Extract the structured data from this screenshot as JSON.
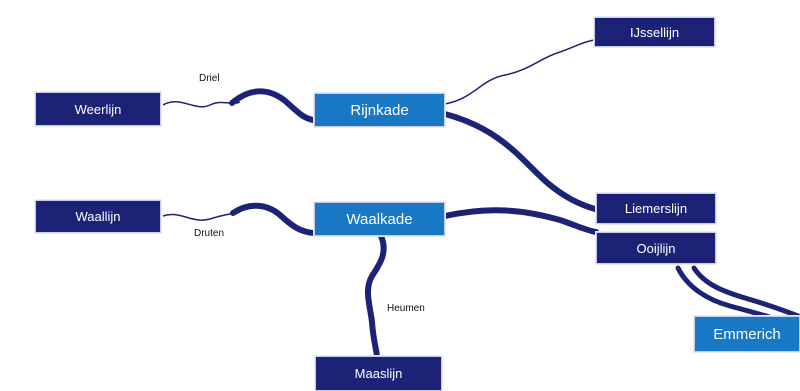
{
  "nodes": {
    "ijssellijn": "IJssellijn",
    "weerlijn": "Weerlijn",
    "rijnkade": "Rijnkade",
    "waallijn": "Waallijn",
    "waalkade": "Waalkade",
    "liemerslijn": "Liemerslijn",
    "ooijlijn": "Ooijlijn",
    "emmerich": "Emmerich",
    "maaslijn": "Maaslijn"
  },
  "labels": {
    "driel": "Driel",
    "druten": "Druten",
    "heumen": "Heumen"
  },
  "colors": {
    "dark_node": "#1c2377",
    "hub_node": "#1878c3",
    "connector": "#1c2377"
  }
}
